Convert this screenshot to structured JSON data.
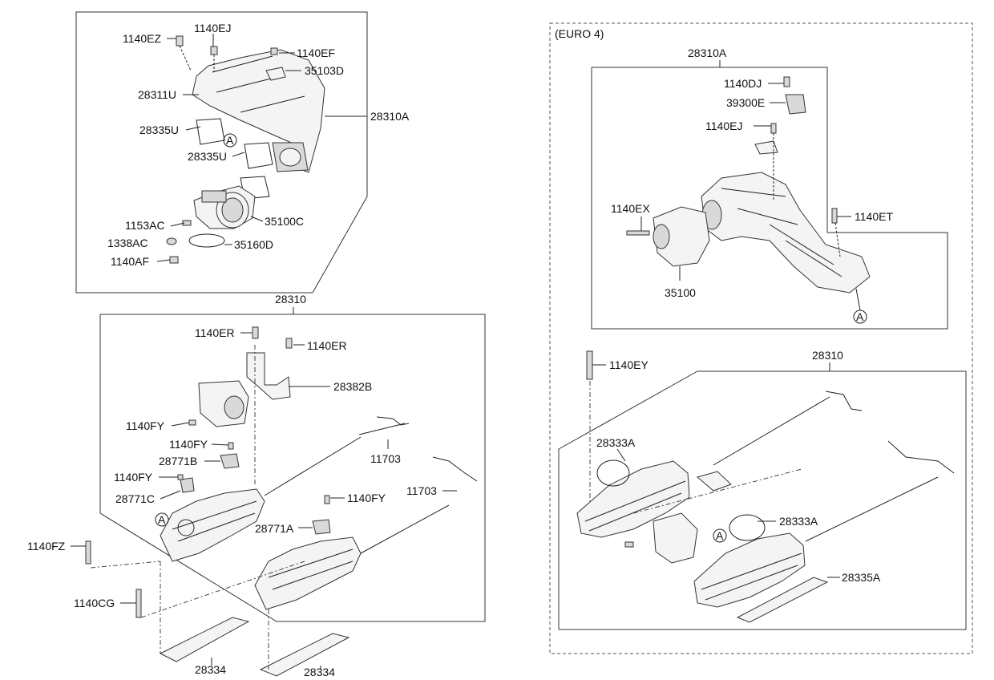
{
  "variant_label": "(EURO 4)",
  "labels": {
    "l01": "1140EZ",
    "l02": "1140EJ",
    "l03": "1140EF",
    "l04": "35103D",
    "l05": "28311U",
    "l06": "28310A",
    "l07": "28335U",
    "l08": "28335U",
    "l09": "A",
    "l10": "1153AC",
    "l11": "35100C",
    "l12": "1338AC",
    "l13": "35160D",
    "l14": "1140AF",
    "l15": "28310",
    "l16": "1140ER",
    "l17": "1140ER",
    "l18": "28382B",
    "l19": "1140FY",
    "l20": "1140FY",
    "l21": "28771B",
    "l22": "11703",
    "l23": "1140FY",
    "l24": "28771C",
    "l25": "11703",
    "l26": "1140FY",
    "l27": "A",
    "l28": "28771A",
    "l29": "1140FZ",
    "l30": "1140CG",
    "l31": "28334",
    "l32": "28334",
    "r01": "28310A",
    "r02": "1140DJ",
    "r03": "39300E",
    "r04": "1140EJ",
    "r05": "1140EX",
    "r06": "1140ET",
    "r07": "35100",
    "r08": "A",
    "r09": "1140EY",
    "r10": "28310",
    "r11": "28333A",
    "r12": "28333A",
    "r13": "A",
    "r14": "28335A"
  }
}
